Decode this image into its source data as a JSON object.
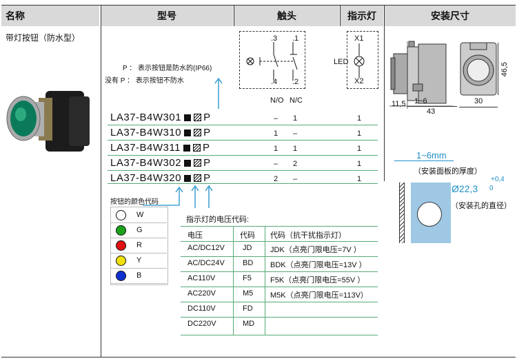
{
  "headers": {
    "name": "名称",
    "model": "型号",
    "contact": "触头",
    "indicator": "指示灯",
    "dimensions": "安装尺寸"
  },
  "product": {
    "name": "带灯按钮（防水型）"
  },
  "notes": {
    "p_yes": "P ： 表示按钮是防水的(IP66)",
    "p_no": "没有 P ： 表示按钮不防水"
  },
  "contact_diagram": {
    "t3": ".3",
    "t1": ".1",
    "t4": ".4",
    "t2": ".2",
    "no": "N/O",
    "nc": "N/C"
  },
  "led_diagram": {
    "x1": "X1",
    "x2": "X2",
    "led": "LED"
  },
  "models": [
    {
      "code": "LA37-B4W301",
      "suffix": "P",
      "no": "–",
      "nc": "1",
      "led": "1"
    },
    {
      "code": "LA37-B4W310",
      "suffix": "P",
      "no": "1",
      "nc": "–",
      "led": "1"
    },
    {
      "code": "LA37-B4W311",
      "suffix": "P",
      "no": "1",
      "nc": "1",
      "led": "1"
    },
    {
      "code": "LA37-B4W302",
      "suffix": "P",
      "no": "–",
      "nc": "2",
      "led": "1"
    },
    {
      "code": "LA37-B4W320",
      "suffix": "P",
      "no": "2",
      "nc": "–",
      "led": "1"
    }
  ],
  "color_codes": {
    "title": "按钮的颜色代码",
    "items": [
      {
        "letter": "W",
        "color": "#ffffff"
      },
      {
        "letter": "G",
        "color": "#1aa31a"
      },
      {
        "letter": "R",
        "color": "#e01010"
      },
      {
        "letter": "Y",
        "color": "#f0e010"
      },
      {
        "letter": "B",
        "color": "#1030d0"
      }
    ]
  },
  "voltage_table": {
    "title": "指示灯的电压代码:",
    "headers": [
      "电压",
      "代码",
      "代码（抗干扰指示灯）"
    ],
    "rows": [
      [
        "AC/DC12V",
        "JD",
        "JDK（点亮门限电压=7V   ）"
      ],
      [
        "AC/DC24V",
        "BD",
        "BDK（点亮门限电压=13V ）"
      ],
      [
        "AC110V",
        "F5",
        "F5K（点亮门限电压=55V ）"
      ],
      [
        "AC220V",
        "M5",
        "M5K（点亮门限电压=113V）"
      ],
      [
        "DC110V",
        "FD",
        ""
      ],
      [
        "DC220V",
        "MD",
        ""
      ]
    ]
  },
  "dims": {
    "d_range": "1~6",
    "d43": "43",
    "d11_5": "11,5",
    "d30": "30",
    "d46_5": "46,5",
    "panel_range": "1~6mm",
    "panel_note": "（安装面板的厚度）",
    "hole_dia": "Ø22,3",
    "tol_up": "+0,4",
    "tol_down": "0",
    "hole_note": "（安装孔的直径）"
  }
}
